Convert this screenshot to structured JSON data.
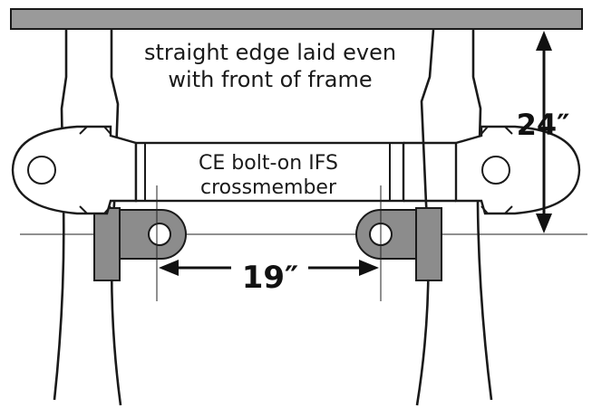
{
  "labels": {
    "straight_edge_line1": "straight edge laid even",
    "straight_edge_line2": "with front of frame",
    "crossmember_line1": "CE bolt-on IFS",
    "crossmember_line2": "crossmember",
    "dim_height": "24″",
    "dim_width": "19″"
  },
  "colors": {
    "straight_edge_fill": "#9a9a9a",
    "bracket_fill": "#8c8c8c",
    "outline": "#1a1a1a",
    "background": "#ffffff"
  }
}
